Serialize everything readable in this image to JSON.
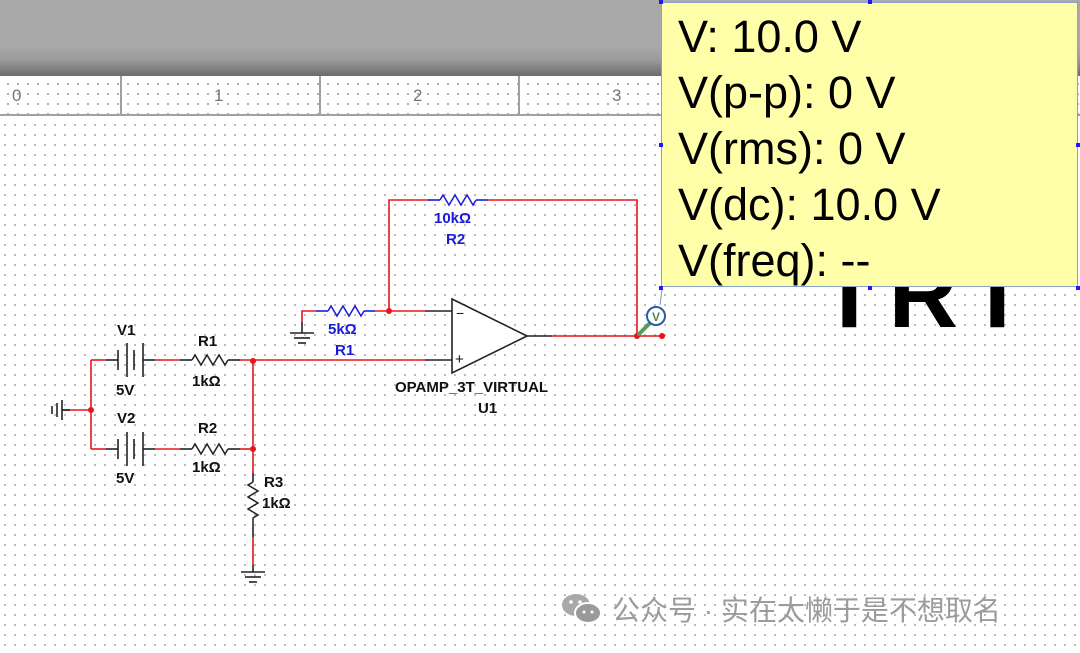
{
  "ruler": {
    "labels": [
      "0",
      "1",
      "2",
      "3"
    ]
  },
  "probe": {
    "icon_label": "V",
    "readings": {
      "v": "V: 10.0 V",
      "v_pp": "V(p-p): 0 V",
      "v_rms": "V(rms): 0 V",
      "v_dc": "V(dc): 10.0 V",
      "v_freq": "V(freq): --"
    }
  },
  "background_text": "TRT",
  "schematic": {
    "sources": [
      {
        "name": "V1",
        "value": "5V"
      },
      {
        "name": "V2",
        "value": "5V"
      }
    ],
    "input_resistors": [
      {
        "name": "R1",
        "value": "1kΩ"
      },
      {
        "name": "R2",
        "value": "1kΩ"
      },
      {
        "name": "R3",
        "value": "1kΩ"
      }
    ],
    "opamp_resistors": [
      {
        "name": "R1",
        "value": "5kΩ"
      },
      {
        "name": "R2",
        "value": "10kΩ"
      }
    ],
    "opamp": {
      "model": "OPAMP_3T_VIRTUAL",
      "ref": "U1",
      "minus": "−",
      "plus": "+"
    },
    "colors": {
      "wire": "#e8141c",
      "component": "#222222",
      "label_blue": "#1a1adb"
    }
  },
  "watermark": {
    "text": "公众号 · 实在太懒于是不想取名"
  }
}
